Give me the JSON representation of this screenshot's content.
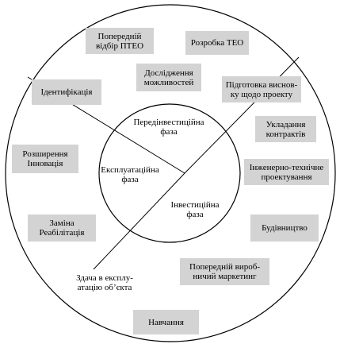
{
  "phases": {
    "pre_investment": "Передінвестиційна\nфаза",
    "operation": "Експлуатаційна\nфаза",
    "investment": "Інвестиційна\nфаза"
  },
  "stages": {
    "preliminary_selection": "Попередній\nвідбір ПТЕО",
    "feasibility_study": "Розробка ТЕО",
    "opportunity_study": "Дослідження\nможливостей",
    "identification": "Ідентифікація",
    "project_conclusion": "Підготовка виснов-\nку щодо проекту",
    "contracting": "Укладання\nконтрактів",
    "expansion_innovation": "Розширення\nІнновація",
    "engineering_design": "Інженерно-технічне\nпроектування",
    "construction": "Будівництво",
    "replacement_rehabilitation": "Заміна\nРеабілітація",
    "pre_production_marketing": "Попередній вироб-\nничий маркетинг",
    "commissioning": "Здача в експлу-\nатацію об’єкта",
    "training": "Навчання"
  }
}
